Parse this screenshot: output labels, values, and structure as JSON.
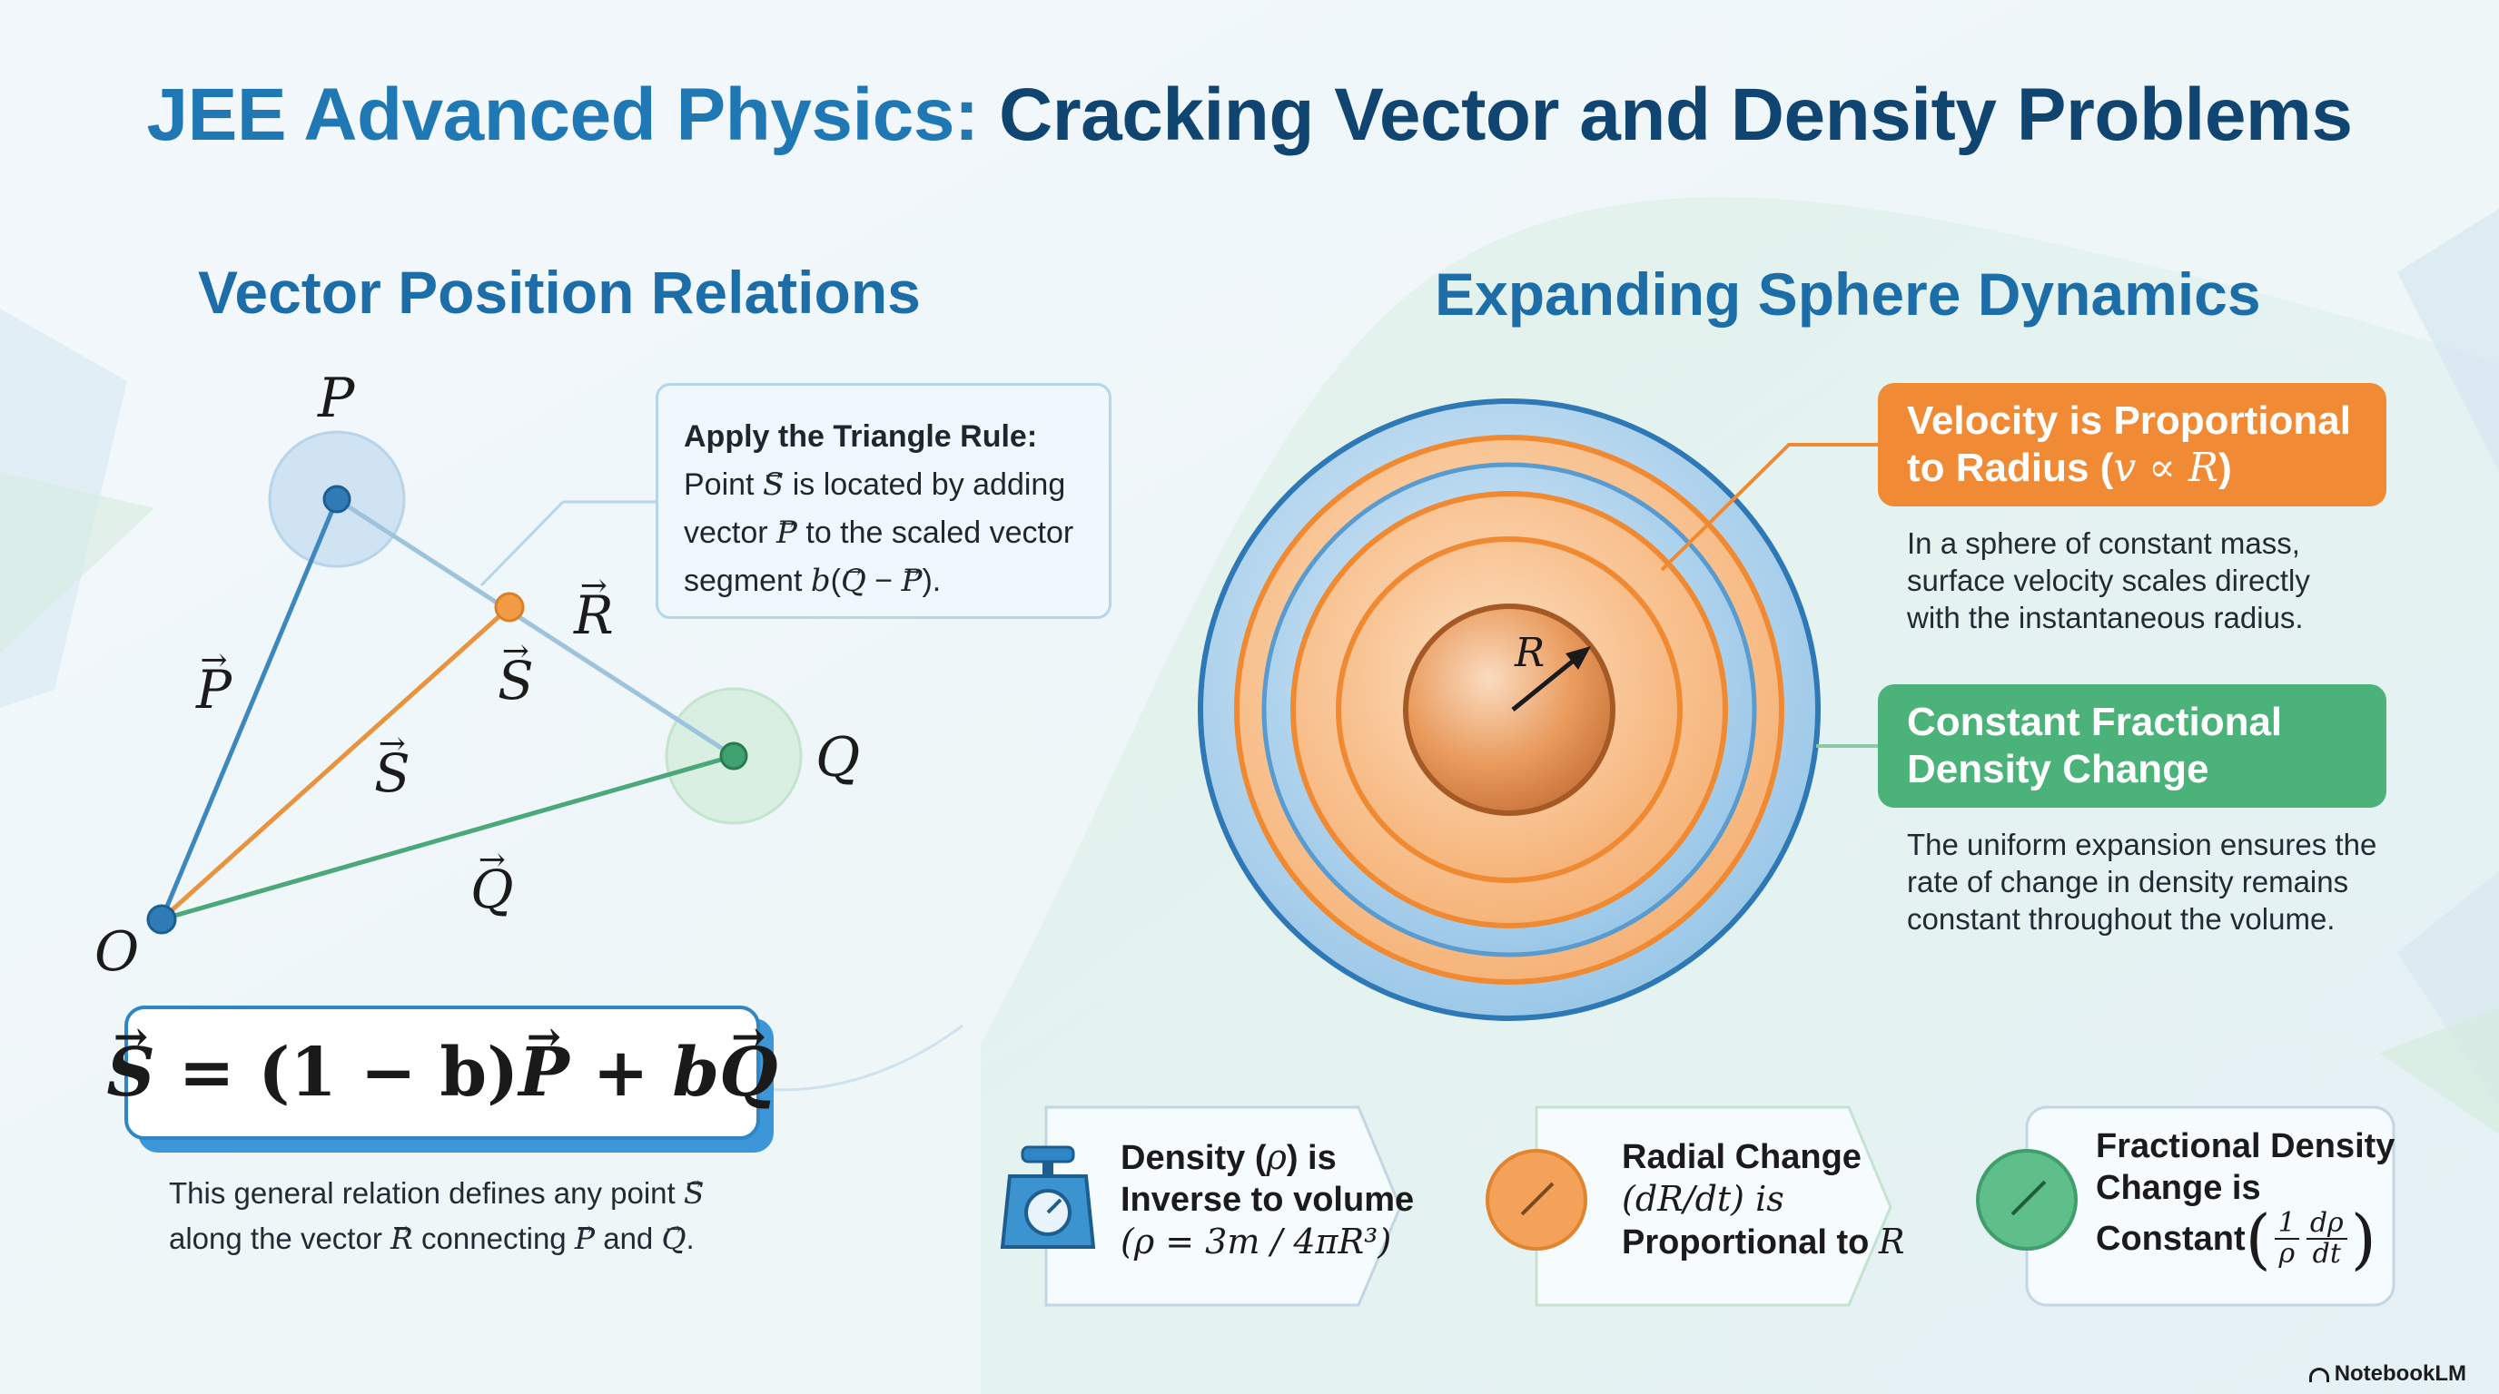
{
  "title": {
    "part1": "JEE Advanced Physics:",
    "part2": "Cracking Vector and Density Problems"
  },
  "left_section": {
    "heading": "Vector Position Relations",
    "points": {
      "P": "P",
      "Q": "Q",
      "O": "O"
    },
    "vector_labels": {
      "P": "P",
      "Q": "Q",
      "R": "R",
      "S_inner": "S",
      "S_mid": "S"
    },
    "callout": {
      "heading": "Apply the Triangle Rule:",
      "line1_pre": "Point ",
      "line1_vec": "S",
      "line1_post": " is located by adding",
      "line2_pre": "vector ",
      "line2_vec": "P",
      "line2_post": " to the scaled vector",
      "line3_pre": "segment ",
      "line3_b": "b",
      "line3_open": "(",
      "line3_vec_q": "Q",
      "line3_minus": " − ",
      "line3_vec_p": "P",
      "line3_close": ").",
      "formula_text": "b(Q − P)"
    },
    "formula": {
      "vec_s": "S",
      "middle": " = (1 − b)",
      "vec_p": "P",
      "plus_b": " + b",
      "vec_q": "Q",
      "text": "S = (1 − b)P + bQ"
    },
    "description": {
      "l1_pre": "This general relation defines any point ",
      "l1_vec": "S",
      "l2_pre": "along the vector ",
      "l2_vec": "R",
      "l2_mid": " connecting ",
      "l2_vec2": "P",
      "l2_and": " and ",
      "l2_vec3": "Q",
      "l2_end": "."
    }
  },
  "right_section": {
    "heading": "Expanding Sphere Dynamics",
    "radius_label": "R",
    "velocity_pill": {
      "line1": "Velocity is Proportional",
      "line2_pre": "to Radius (",
      "line2_math": "v ∝ R",
      "line2_post": ")"
    },
    "velocity_desc": {
      "l1": "In a sphere of constant mass,",
      "l2": "surface velocity scales directly",
      "l3": "with the instantaneous radius."
    },
    "density_pill": {
      "line1": "Constant Fractional",
      "line2": "Density Change"
    },
    "density_desc": {
      "l1": "The uniform expansion ensures the",
      "l2": "rate of change in density remains",
      "l3": "constant throughout the volume."
    }
  },
  "cards": [
    {
      "l1_pre": "Density (",
      "l1_math": "ρ",
      "l1_post": ") is",
      "l2": "Inverse to volume",
      "l3": "(ρ = 3m / 4πR³)",
      "icon": "scale-icon"
    },
    {
      "l1": "Radial Change",
      "l2": "(dR/dt) is",
      "l3_pre": "Proportional to ",
      "l3_math": "R",
      "icon": "gauge-orange-icon"
    },
    {
      "l1": "Fractional Density",
      "l2": "Change is",
      "l3_pre": "Constant ",
      "frac_num_1": "1",
      "frac_den_1": "ρ",
      "frac_num_2": "dρ",
      "frac_den_2": "dt",
      "icon": "gauge-green-icon"
    }
  ],
  "brand": "NotebookLM",
  "colors": {
    "title_light": "#1f78b4",
    "title_dark": "#0f4570",
    "heading": "#1d6ea8",
    "vector_p": "#3d87bd",
    "vector_s": "#e8943f",
    "vector_q": "#4aa87a",
    "vector_r": "#9ec3dc",
    "orange": "#f18a34",
    "green": "#4bb27a"
  }
}
